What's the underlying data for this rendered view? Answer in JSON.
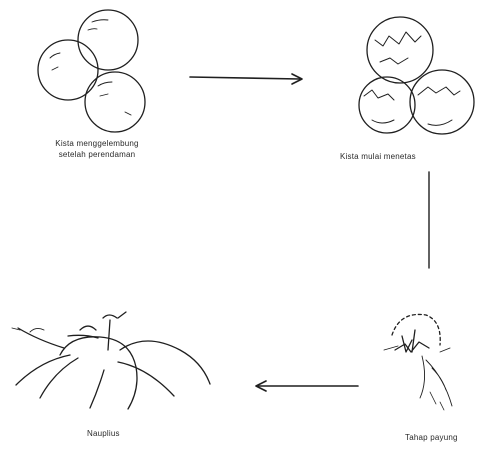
{
  "stages": [
    {
      "id": "swelling-cysts",
      "caption_lines": [
        "Kista menggelembung",
        "setelah perendaman"
      ]
    },
    {
      "id": "cracking-cysts",
      "caption_lines": [
        "Kista mulai menetas"
      ]
    },
    {
      "id": "hatching-nauplius",
      "caption_lines": [
        "Tahap payung"
      ]
    },
    {
      "id": "nauplius",
      "caption_lines": [
        "Nauplius"
      ]
    }
  ],
  "colors": {
    "ink": "#1f1f1f",
    "background": "#ffffff"
  }
}
